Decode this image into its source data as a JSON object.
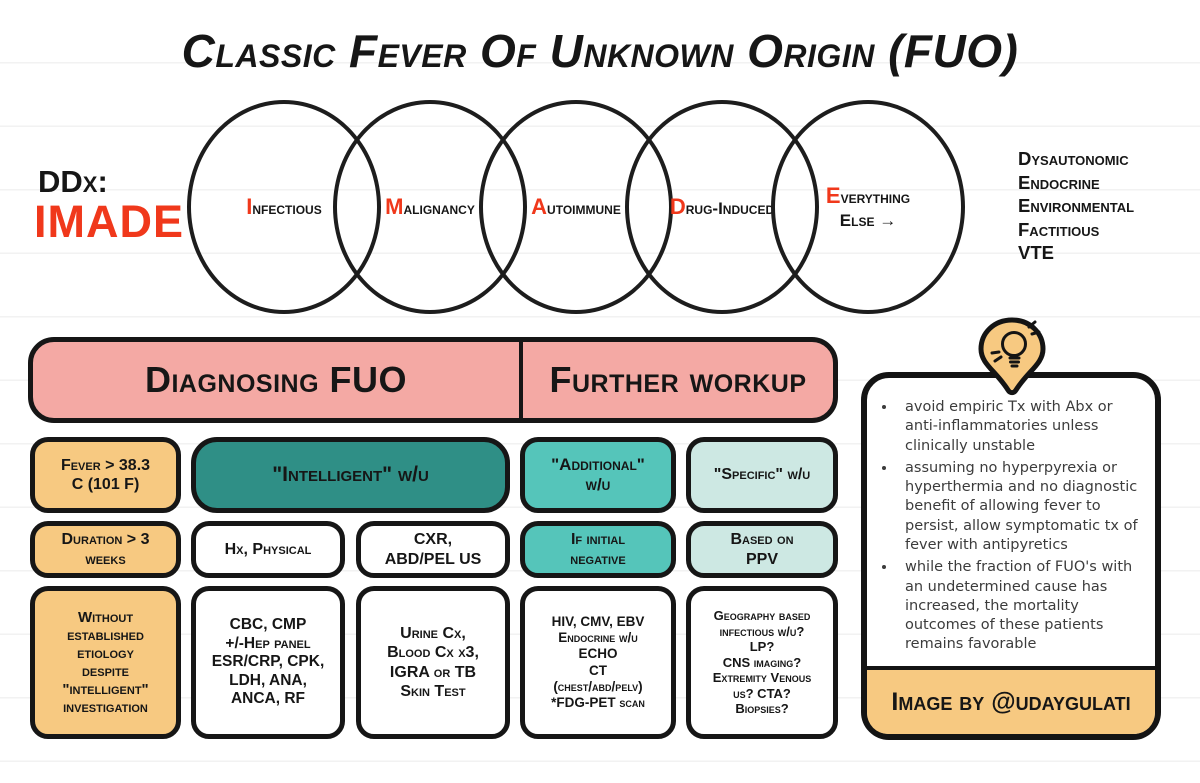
{
  "title": "Classic Fever Of Unknown Origin (FUO)",
  "colors": {
    "accent_red": "#f0381b",
    "pink": "#f4a9a4",
    "teal_dark": "#2f8f86",
    "teal_mid": "#55c5ba",
    "teal_light": "#cde8e3",
    "yellow": "#f7c981",
    "ink": "#161616"
  },
  "icons": {
    "lightbulb": "💡"
  },
  "ddx": {
    "label": "DDx:",
    "mnemonic": "IMADE",
    "circles": [
      {
        "letter": "I",
        "rest": "nfectious"
      },
      {
        "letter": "M",
        "rest": "alignancy"
      },
      {
        "letter": "A",
        "rest": "utoimmune"
      },
      {
        "letter": "D",
        "rest": "rug-Induced"
      },
      {
        "letter": "E",
        "rest": "verything Else →"
      }
    ],
    "everything_else": [
      "Dysautonomic",
      "Endocrine",
      "Environmental",
      "Factitious",
      "VTE"
    ]
  },
  "sections": {
    "diagnosing": "Diagnosing FUO",
    "further": "Further workup"
  },
  "criteria": {
    "fever": "Fever > 38.3\nC (101 F)",
    "duration": "Duration > 3\nweeks",
    "etiology": "Without\nestablished\netiology\ndespite\n\"intelligent\"\ninvestigation"
  },
  "intelligent": {
    "header": "\"Intelligent\" w/u",
    "hx": "Hx, Physical",
    "imaging": "CXR,\nABD/PEL US",
    "labs": "CBC, CMP\n+/-Hep panel\nESR/CRP, CPK,\nLDH, ANA,\nANCA, RF",
    "cultures": "Urine Cx,\nBlood Cx x3,\nIGRA or TB\nSkin Test"
  },
  "additional": {
    "header": "\"Additional\"\nw/u",
    "when": "If initial\nnegative",
    "items": "HIV, CMV, EBV\nEndocrine w/u\nECHO\nCT\n(chest/abd/pelv)\n*FDG-PET scan"
  },
  "specific": {
    "header": "\"Specific\" w/u",
    "when": "Based on\nPPV",
    "items": "Geography based\ninfectious w/u?\nLP?\nCNS imaging?\nExtremity Venous\nus? CTA?\nBiopsies?"
  },
  "notes": {
    "bullets": [
      "avoid empiric Tx with Abx or anti-inflammatories unless clinically unstable",
      "assuming no hyperpyrexia or hyperthermia and no diagnostic benefit of allowing fever to persist, allow symptomatic tx of fever with antipyretics",
      "while the fraction of FUO's with an undetermined cause has increased, the mortality outcomes of these patients remains favorable"
    ],
    "credit": "Image by @udaygulati"
  }
}
